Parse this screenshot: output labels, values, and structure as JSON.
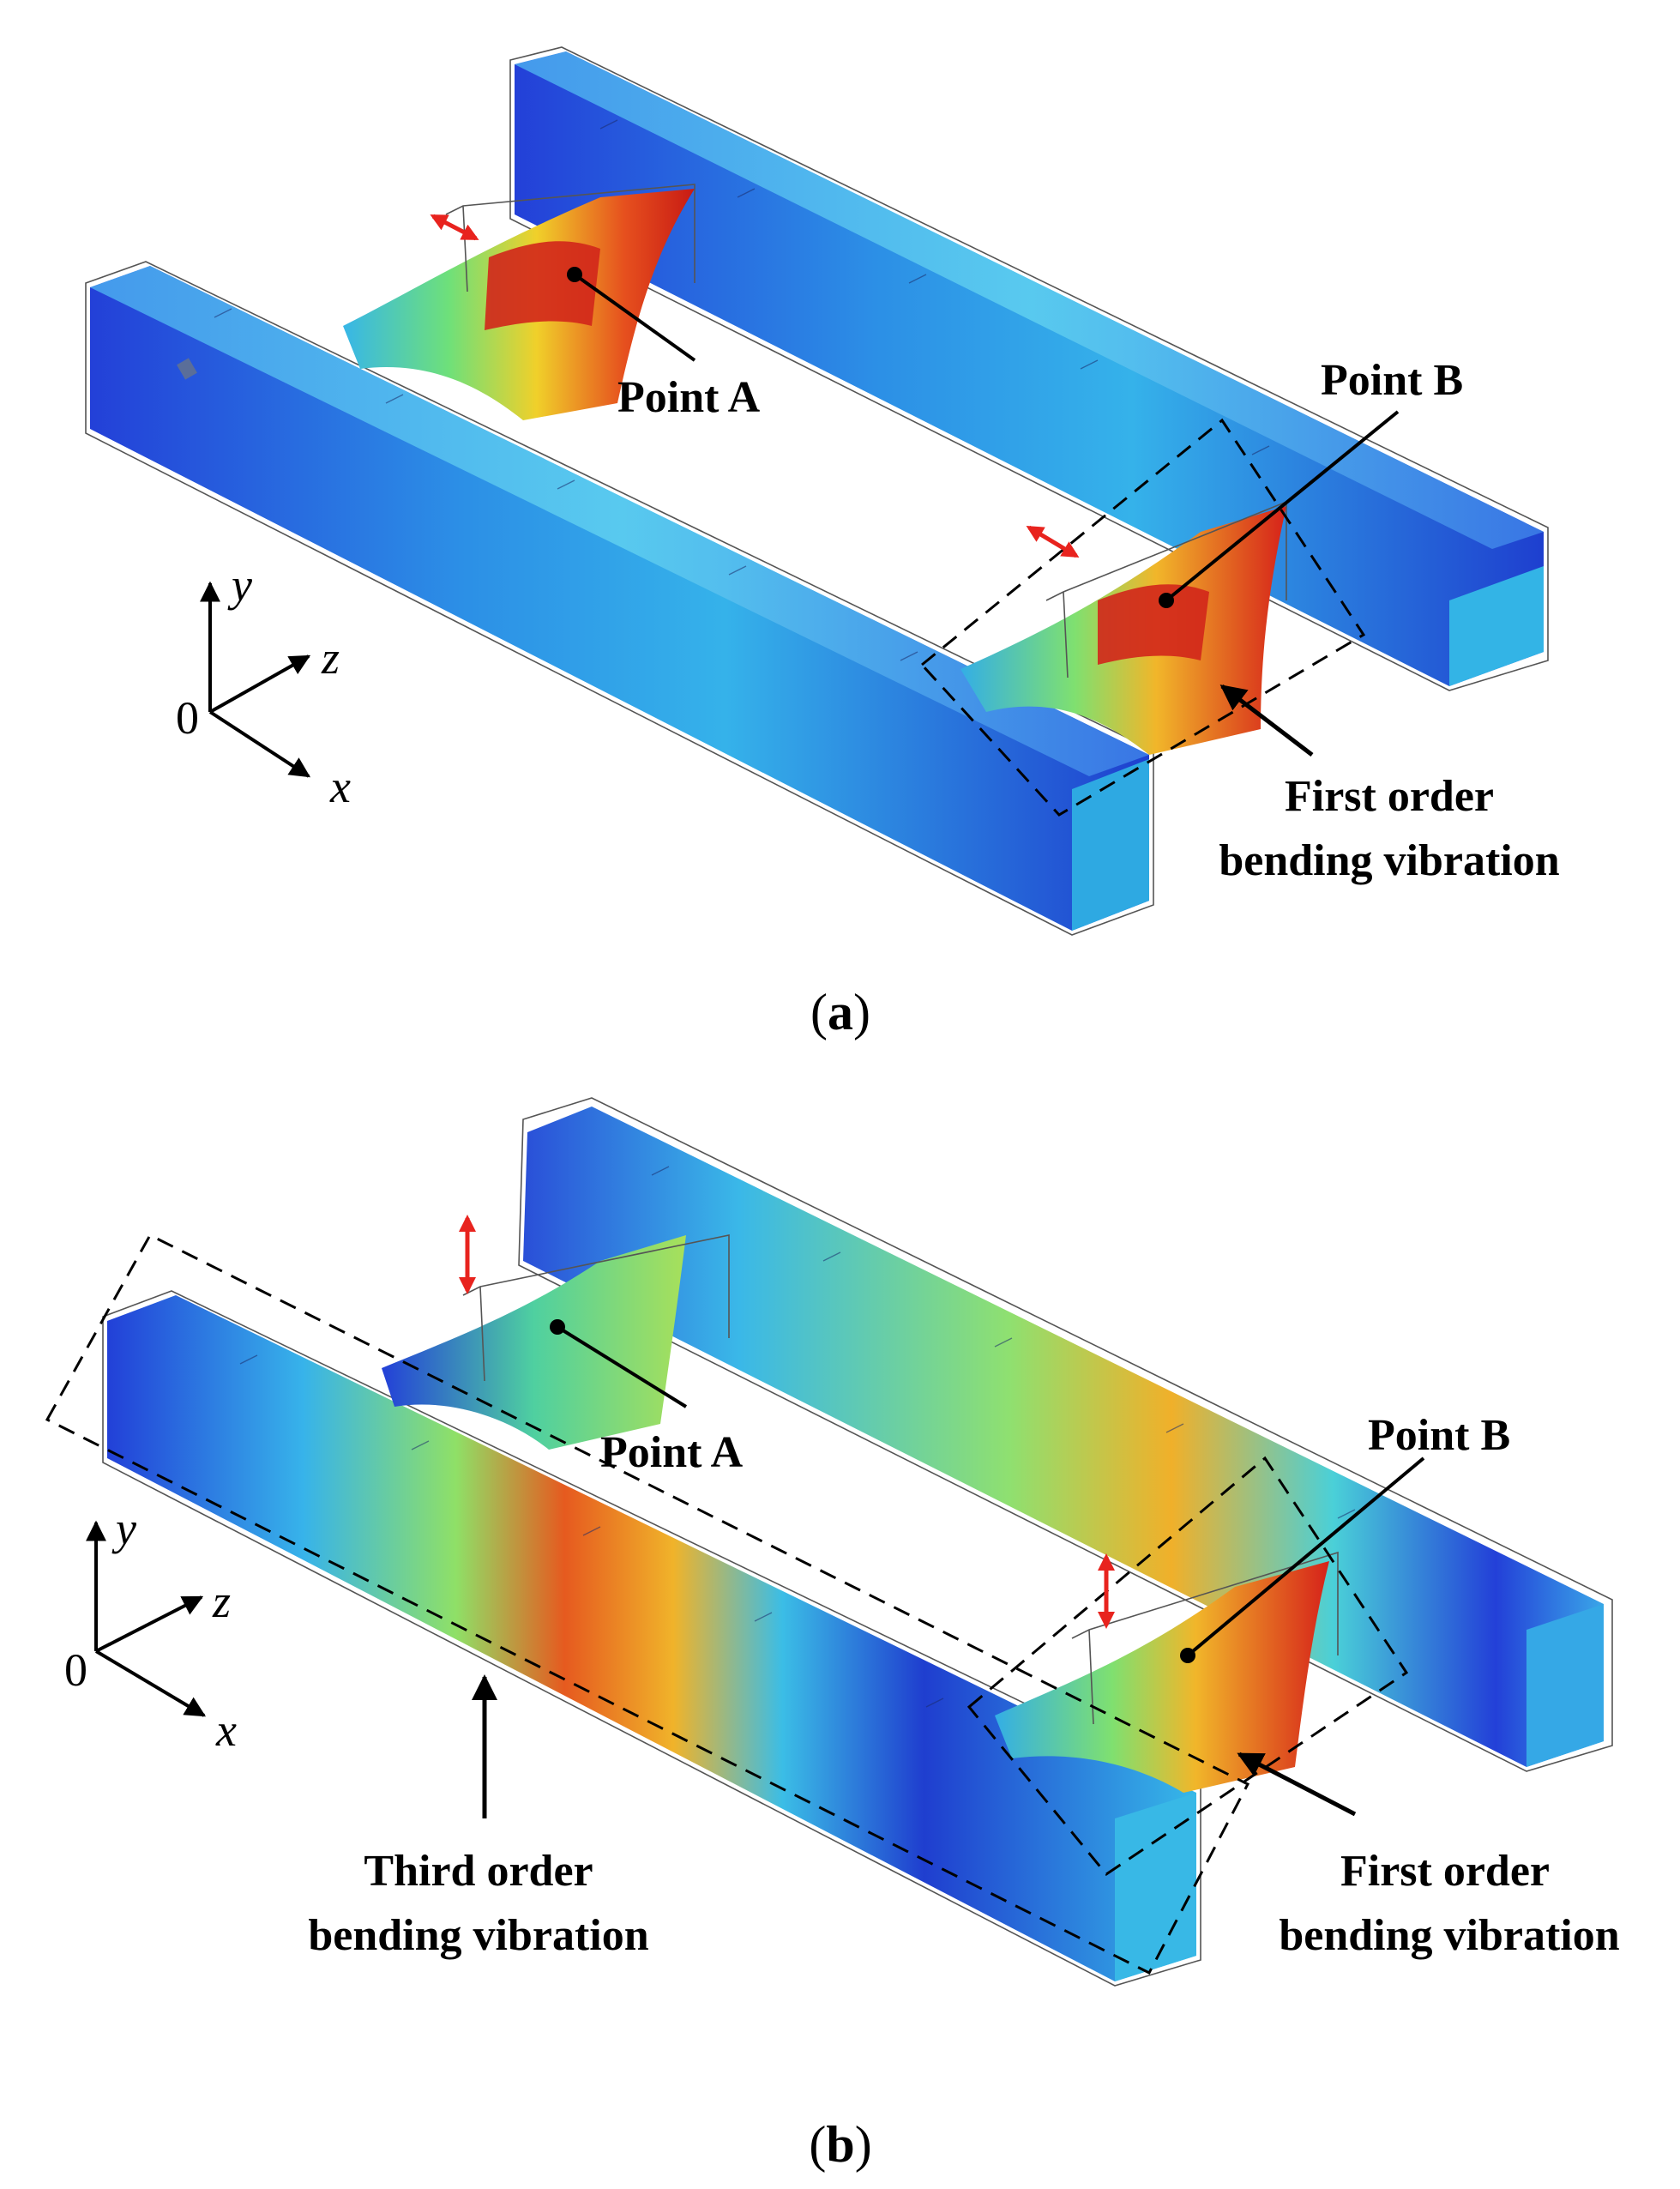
{
  "panels": [
    {
      "caption_open": "(",
      "caption_letter": "a",
      "caption_close": ")",
      "labels": {
        "point_a": "Point A",
        "point_b": "Point B",
        "first_order_line1": "First order",
        "first_order_line2": "bending vibration"
      },
      "axes": {
        "y": "y",
        "z": "z",
        "x": "x",
        "origin": "0"
      }
    },
    {
      "caption_open": "(",
      "caption_letter": "b",
      "caption_close": ")",
      "labels": {
        "point_a": "Point A",
        "point_b": "Point B",
        "first_order_line1": "First order",
        "first_order_line2": "bending vibration",
        "third_order_line1": "Third order",
        "third_order_line2": "bending vibration"
      },
      "axes": {
        "y": "y",
        "z": "z",
        "x": "x",
        "origin": "0"
      }
    }
  ],
  "colors": {
    "low": "#1a2fd6",
    "mid": "#2fb8e8",
    "green": "#5fd86a",
    "high": "#e6281e",
    "vibration_arrow": "#e8231e"
  }
}
